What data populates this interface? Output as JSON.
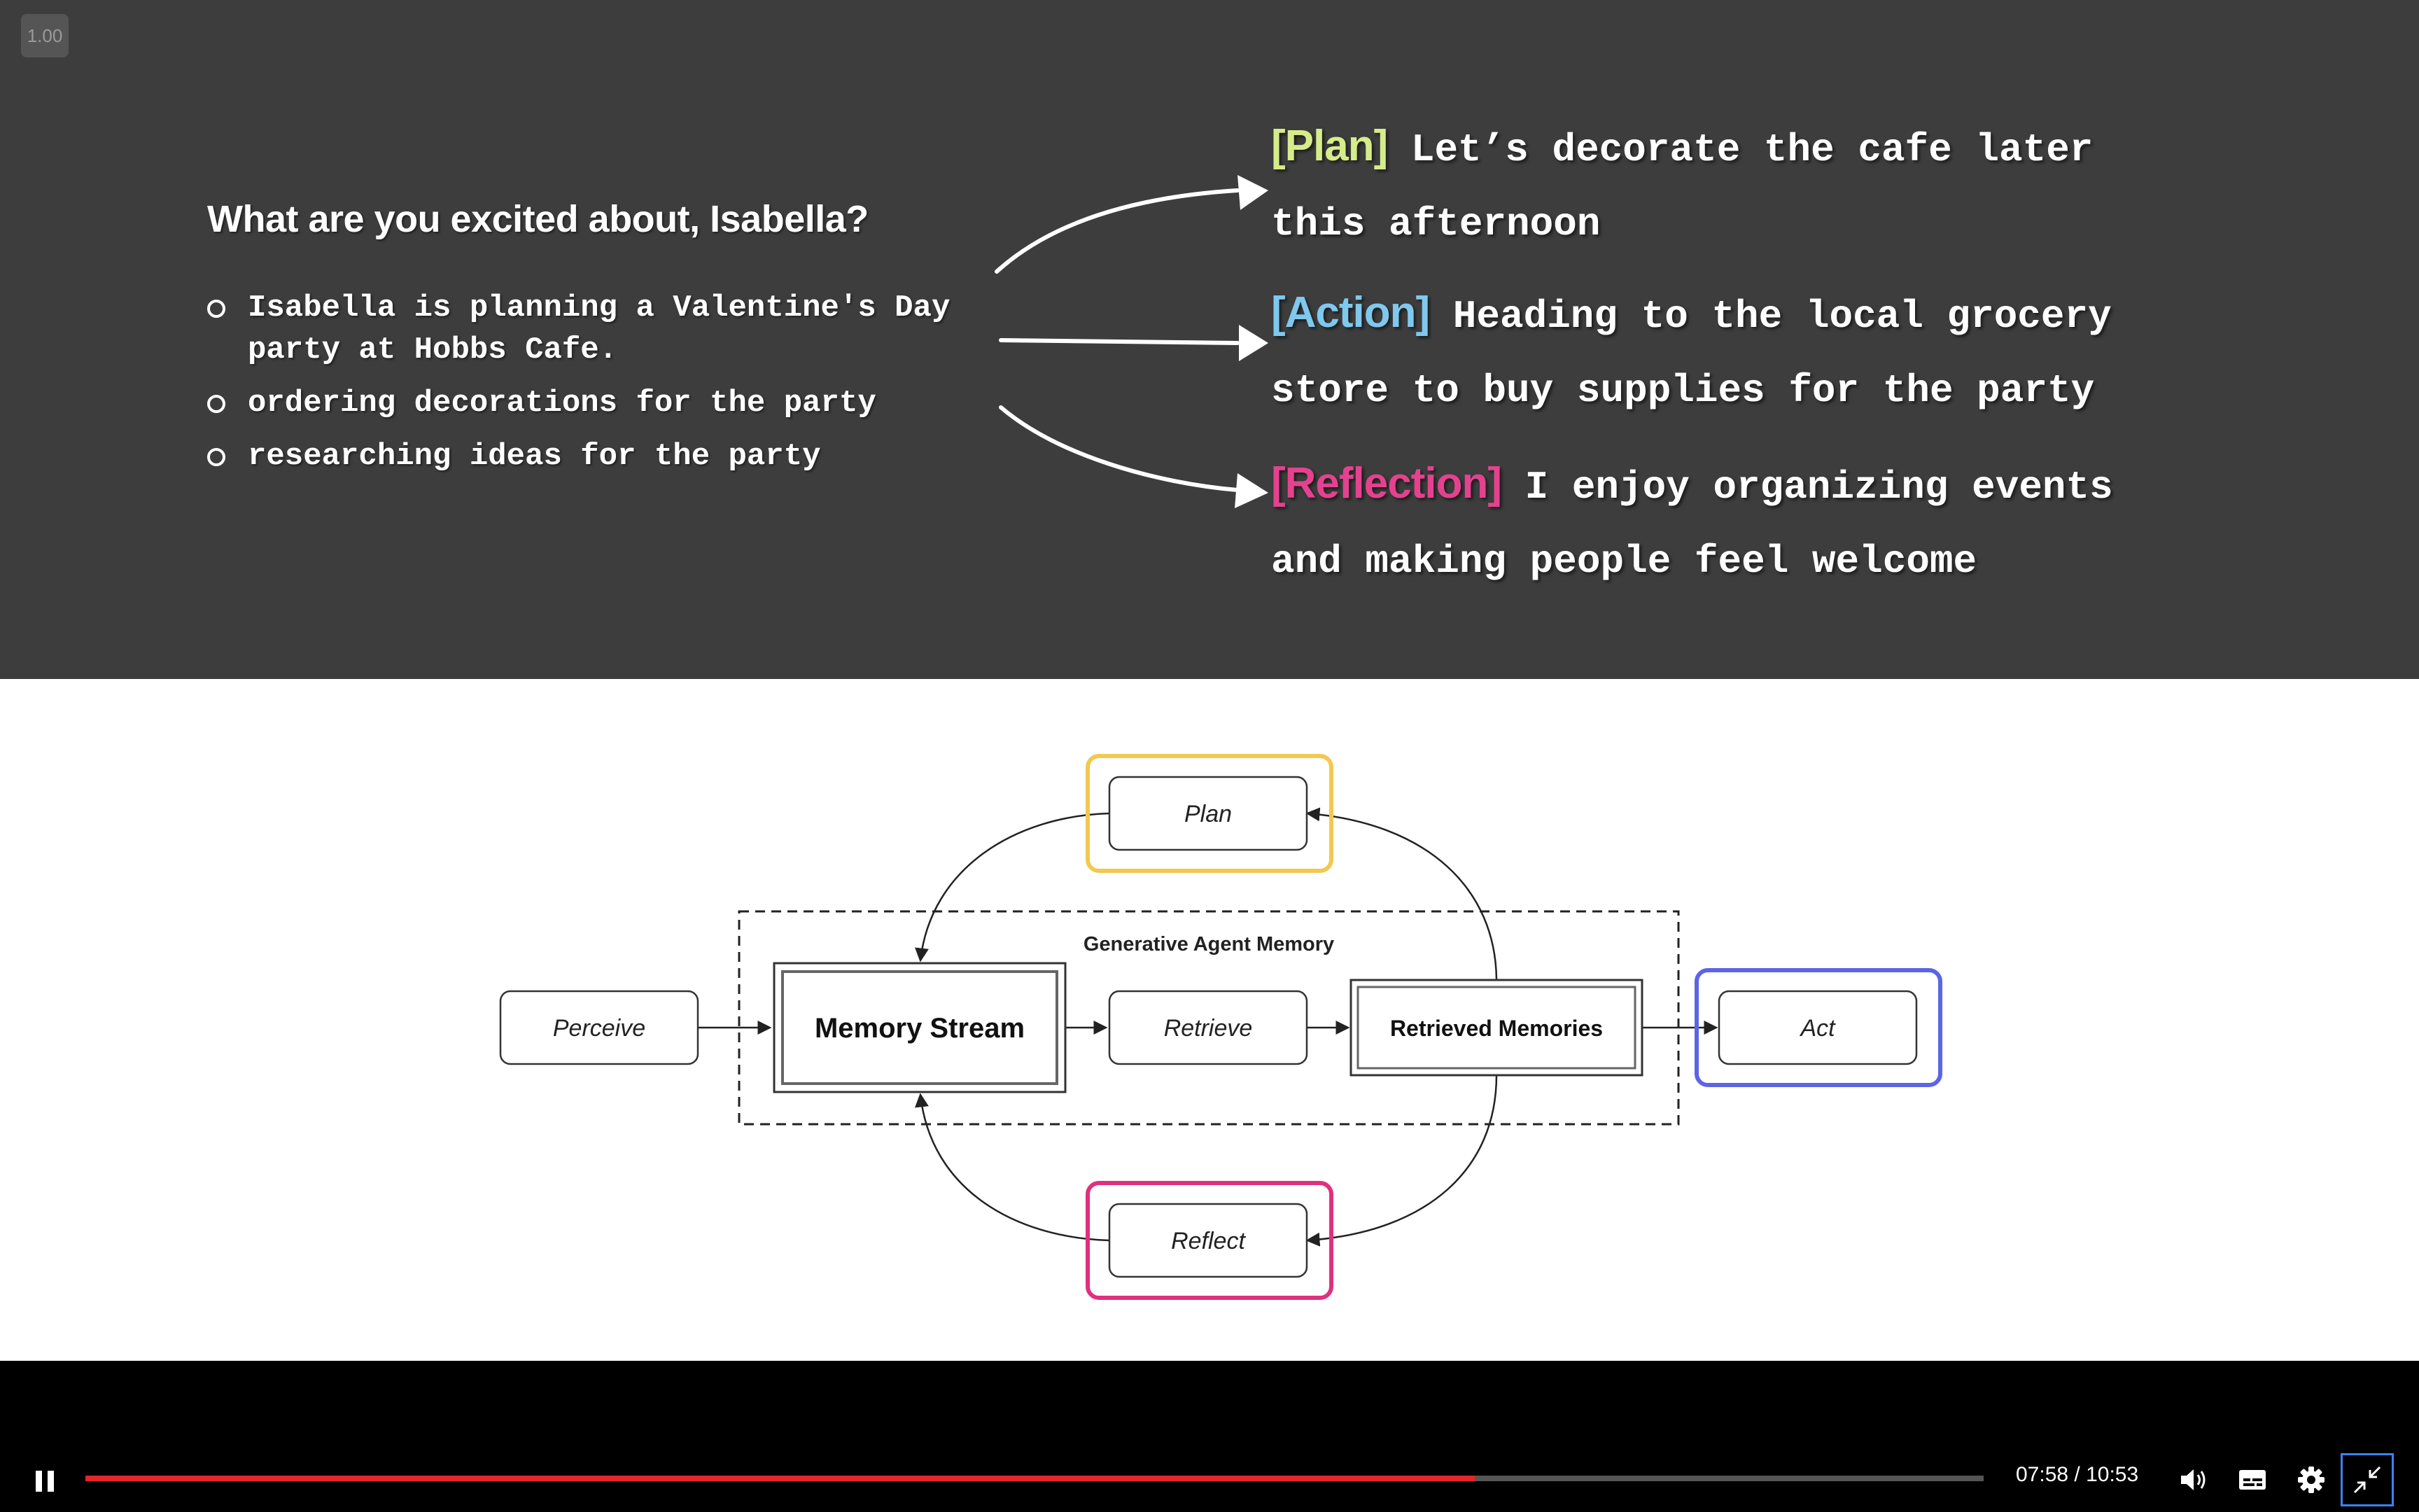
{
  "speed_badge": "1.00",
  "slide": {
    "question": "What are you excited about, Isabella?",
    "bullets": [
      "Isabella is planning a Valentine's Day\nparty at Hobbs Cafe.",
      "ordering decorations for the party",
      "researching ideas for the party"
    ],
    "outputs": [
      {
        "tag": "[Plan]",
        "tag_color": "#d6ec8a",
        "line1": " Let’s decorate the cafe later",
        "line2": "this afternoon"
      },
      {
        "tag": "[Action]",
        "tag_color": "#7fc8ee",
        "line1": " Heading to the local grocery",
        "line2": "store to buy supplies for the party"
      },
      {
        "tag": "[Reflection]",
        "tag_color": "#e4428f",
        "line1": " I enjoy organizing events",
        "line2": "and making people feel welcome"
      }
    ]
  },
  "diagram": {
    "container_label": "Generative Agent Memory",
    "nodes": {
      "perceive": "Perceive",
      "memory_stream": "Memory Stream",
      "retrieve": "Retrieve",
      "retrieved_memories": "Retrieved Memories",
      "act": "Act",
      "plan": "Plan",
      "reflect": "Reflect"
    },
    "colors": {
      "plan": "#f2c850",
      "reflect": "#e0307f",
      "act": "#5c64e6"
    }
  },
  "player": {
    "state": "playing",
    "current_time": "07:58",
    "duration": "10:53",
    "time_display": "07:58 / 10:53",
    "progress_percent": 73.2,
    "accent_color": "#e2262a",
    "icons": [
      "pause-icon",
      "volume-icon",
      "subtitles-icon",
      "settings-icon",
      "exit-fullscreen-icon"
    ]
  }
}
